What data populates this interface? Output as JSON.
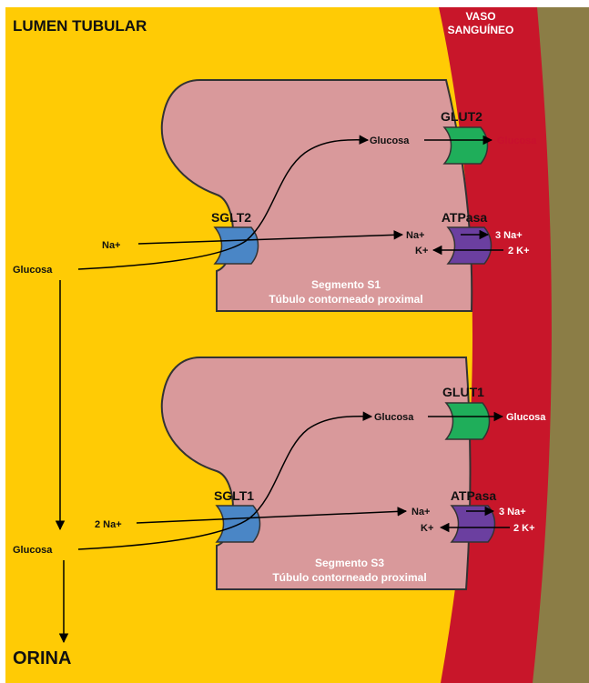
{
  "labels": {
    "lumen": "LUMEN TUBULAR",
    "vaso_line1": "VASO",
    "vaso_line2": "SANGUÍNEO",
    "glucosa_left_top": "Glucosa",
    "glucosa_left_bottom": "Glucosa",
    "orina": "ORINA"
  },
  "segments": [
    {
      "cotransporter": "SGLT2",
      "na_in": "Na+",
      "glucosa_inside": "Glucosa",
      "glut": "GLUT2",
      "glucosa_out": "Glucosa",
      "na_inside": "Na+",
      "atpasa": "ATPasa",
      "na_out": "3 Na+",
      "k_inside": "K+",
      "k_out": "2 K+",
      "segment_name": "Segmento S1",
      "segment_desc": "Túbulo contorneado proximal"
    },
    {
      "cotransporter": "SGLT1",
      "na_in": "2 Na+",
      "glucosa_inside": "Glucosa",
      "glut": "GLUT1",
      "glucosa_out": "Glucosa",
      "na_inside": "Na+",
      "atpasa": "ATPasa",
      "na_out": "3 Na+",
      "k_inside": "K+",
      "k_out": "2 K+",
      "segment_name": "Segmento S3",
      "segment_desc": "Túbulo contorneado proximal"
    }
  ],
  "colors": {
    "lumen": "#ffcb05",
    "cell": "#d9999b",
    "vessel": "#c8162a",
    "outer": "#8b7d46",
    "sglt": "#4a86c6",
    "glut": "#1fae5a",
    "atpasa": "#6b3fa0"
  }
}
